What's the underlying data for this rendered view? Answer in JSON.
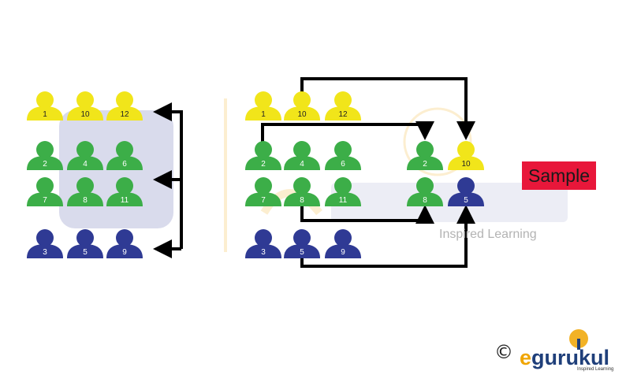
{
  "colors": {
    "yellow": "#f1e51a",
    "green": "#3cae48",
    "blue": "#2f3a94",
    "arrow": "#000000",
    "badge": "#e8173a",
    "logo_blue": "#1f3f7a",
    "logo_orange": "#f0a500"
  },
  "left_group": {
    "rows": [
      {
        "color": "yellow",
        "labels": [
          "1",
          "10",
          "12"
        ]
      },
      {
        "color": "green",
        "labels": [
          "2",
          "4",
          "6"
        ]
      },
      {
        "color": "green",
        "labels": [
          "7",
          "8",
          "11"
        ]
      },
      {
        "color": "blue",
        "labels": [
          "3",
          "5",
          "9"
        ]
      }
    ]
  },
  "middle_group": {
    "rows": [
      {
        "color": "yellow",
        "labels": [
          "1",
          "10",
          "12"
        ]
      },
      {
        "color": "green",
        "labels": [
          "2",
          "4",
          "6"
        ]
      },
      {
        "color": "green",
        "labels": [
          "7",
          "8",
          "11"
        ]
      },
      {
        "color": "blue",
        "labels": [
          "3",
          "5",
          "9"
        ]
      }
    ]
  },
  "selected_group": {
    "people": [
      {
        "color": "green",
        "label": "2"
      },
      {
        "color": "yellow",
        "label": "10"
      },
      {
        "color": "green",
        "label": "8"
      },
      {
        "color": "blue",
        "label": "5"
      }
    ]
  },
  "badge": {
    "label": "Sample"
  },
  "watermark": {
    "tagline": "Inspired Learning"
  },
  "footer": {
    "copyright": "©",
    "logo_e": "e",
    "logo_rest": "gurukul",
    "logo_tagline": "Inspired Learning"
  }
}
